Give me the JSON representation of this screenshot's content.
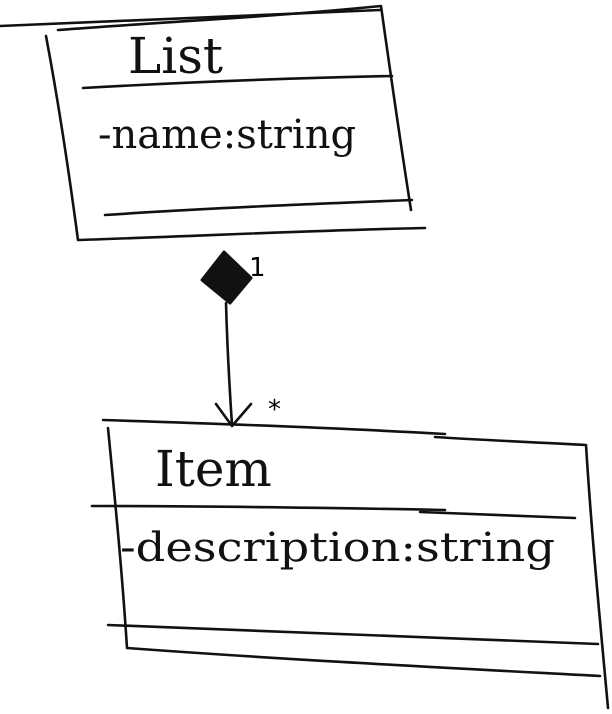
{
  "diagram": {
    "classes": [
      {
        "id": "list",
        "name": "List",
        "attributes": [
          "-name:string"
        ]
      },
      {
        "id": "item",
        "name": "Item",
        "attributes": [
          "-description:string"
        ]
      }
    ],
    "association": {
      "type": "composition",
      "from": "list",
      "to": "item",
      "from_multiplicity": "1",
      "to_multiplicity": "*"
    }
  }
}
